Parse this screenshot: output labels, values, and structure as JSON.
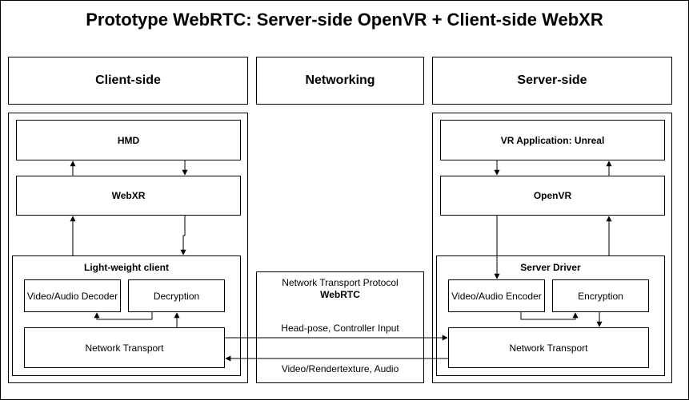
{
  "title": "Prototype WebRTC: Server-side OpenVR + Client-side WebXR",
  "headers": {
    "client": "Client-side",
    "networking": "Networking",
    "server": "Server-side"
  },
  "client": {
    "hmd": "HMD",
    "webxr": "WebXR",
    "lightweight_client": "Light-weight client",
    "decoder": "Video/Audio Decoder",
    "decryption": "Decryption",
    "transport": "Network Transport"
  },
  "server": {
    "app": "VR Application: Unreal",
    "openvr": "OpenVR",
    "driver": "Server Driver",
    "encoder": "Video/Audio Encoder",
    "encryption": "Encryption",
    "transport": "Network Transport"
  },
  "networking": {
    "protocol_line1": "Network Transport Protocol",
    "protocol_line2": "WebRTC",
    "upstream": "Head-pose, Controller Input",
    "downstream": "Video/Rendertexture, Audio"
  }
}
